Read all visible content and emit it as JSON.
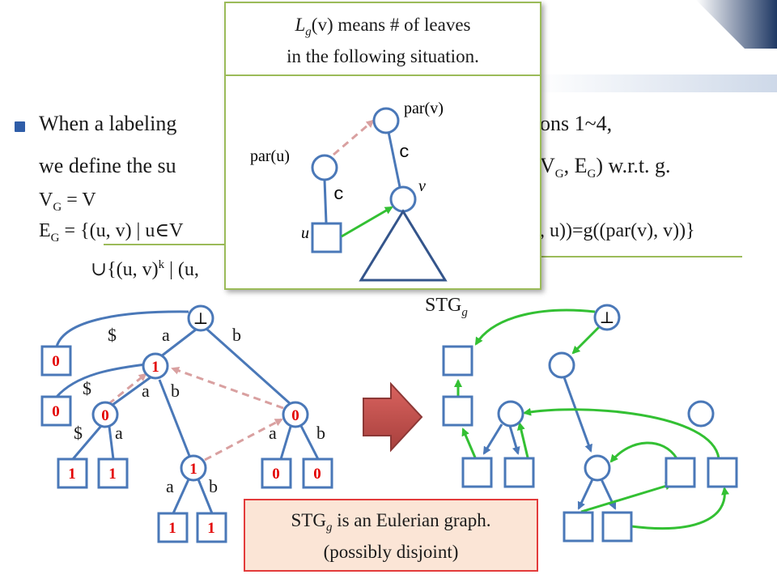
{
  "body": {
    "line1_left": "When a labeling",
    "line1_right": "ons 1~4,",
    "line2_left": "we define the su",
    "line2_V": "V",
    "line2_G1": "G",
    "line2_mid": ", E",
    "line2_G2": "G",
    "line2_end": ") w.r.t. g.",
    "vg_V": "V",
    "vg_G": "G",
    "vg_rest": " = V",
    "eg_E": "E",
    "eg_G": "G",
    "eg_left": " = {(u, v) | u∈V",
    "eg_right": ", u))=g((par(v), v))}",
    "union_line": "∪{(u, v)",
    "union_k": "k",
    "union_tail": " | (u,"
  },
  "popup": {
    "title_L": "L",
    "title_g": "g",
    "title_line1_rest": "(v) means # of leaves",
    "title_line2": "in the following situation.",
    "label_parv": "par(v)",
    "label_paru": "par(u)",
    "label_c1": "c",
    "label_c2": "c",
    "label_v": "v",
    "label_u": "u"
  },
  "left_tree": {
    "root": "⊥",
    "edge_dollar_top": "$",
    "edge_a_top": "a",
    "edge_b_top": "b",
    "edge_dollar_mid": "$",
    "edge_a_mid": "a",
    "edge_b_mid": "b",
    "edge_dollar_low": "$",
    "edge_a_low": "a",
    "edge_a_right": "a",
    "edge_b_right": "b",
    "edge_a_bottom": "a",
    "edge_b_bottom": "b",
    "label_leaf_top": "0",
    "label_leaf_mid": "0",
    "label_n1": "1",
    "label_n2": "0",
    "label_n3": "0",
    "label_n4": "1",
    "label_l1": "1",
    "label_l2": "1",
    "label_l3": "0",
    "label_l4": "0",
    "label_l5": "1",
    "label_l6": "1"
  },
  "right_graph": {
    "title_STG": "STG",
    "title_g": "g",
    "root": "⊥"
  },
  "callout": {
    "line1_STG": "STG",
    "line1_g": "g",
    "line1_rest": " is an Eulerian graph.",
    "line2": "(possibly disjoint)"
  },
  "colors": {
    "tree_edge": "#4a78b8",
    "dashed_arrow": "#d9a0a0",
    "green_arrow": "#33c033",
    "label_red": "#e30000",
    "big_arrow": "#c0504d",
    "popup_border": "#9bbb59",
    "callout_border": "#e33b3b",
    "callout_fill": "#fbe5d6",
    "corner_navy": "#1f3864"
  }
}
